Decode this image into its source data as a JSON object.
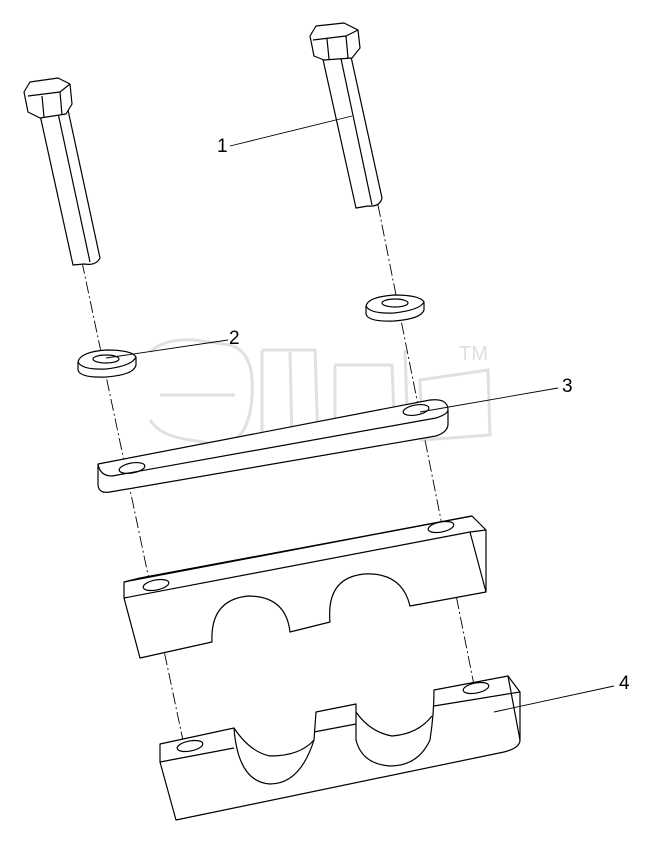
{
  "diagram": {
    "callouts": [
      {
        "label": "1"
      },
      {
        "label": "2"
      },
      {
        "label": "3"
      },
      {
        "label": "4"
      }
    ],
    "watermark": {
      "trademark": "TM"
    }
  }
}
